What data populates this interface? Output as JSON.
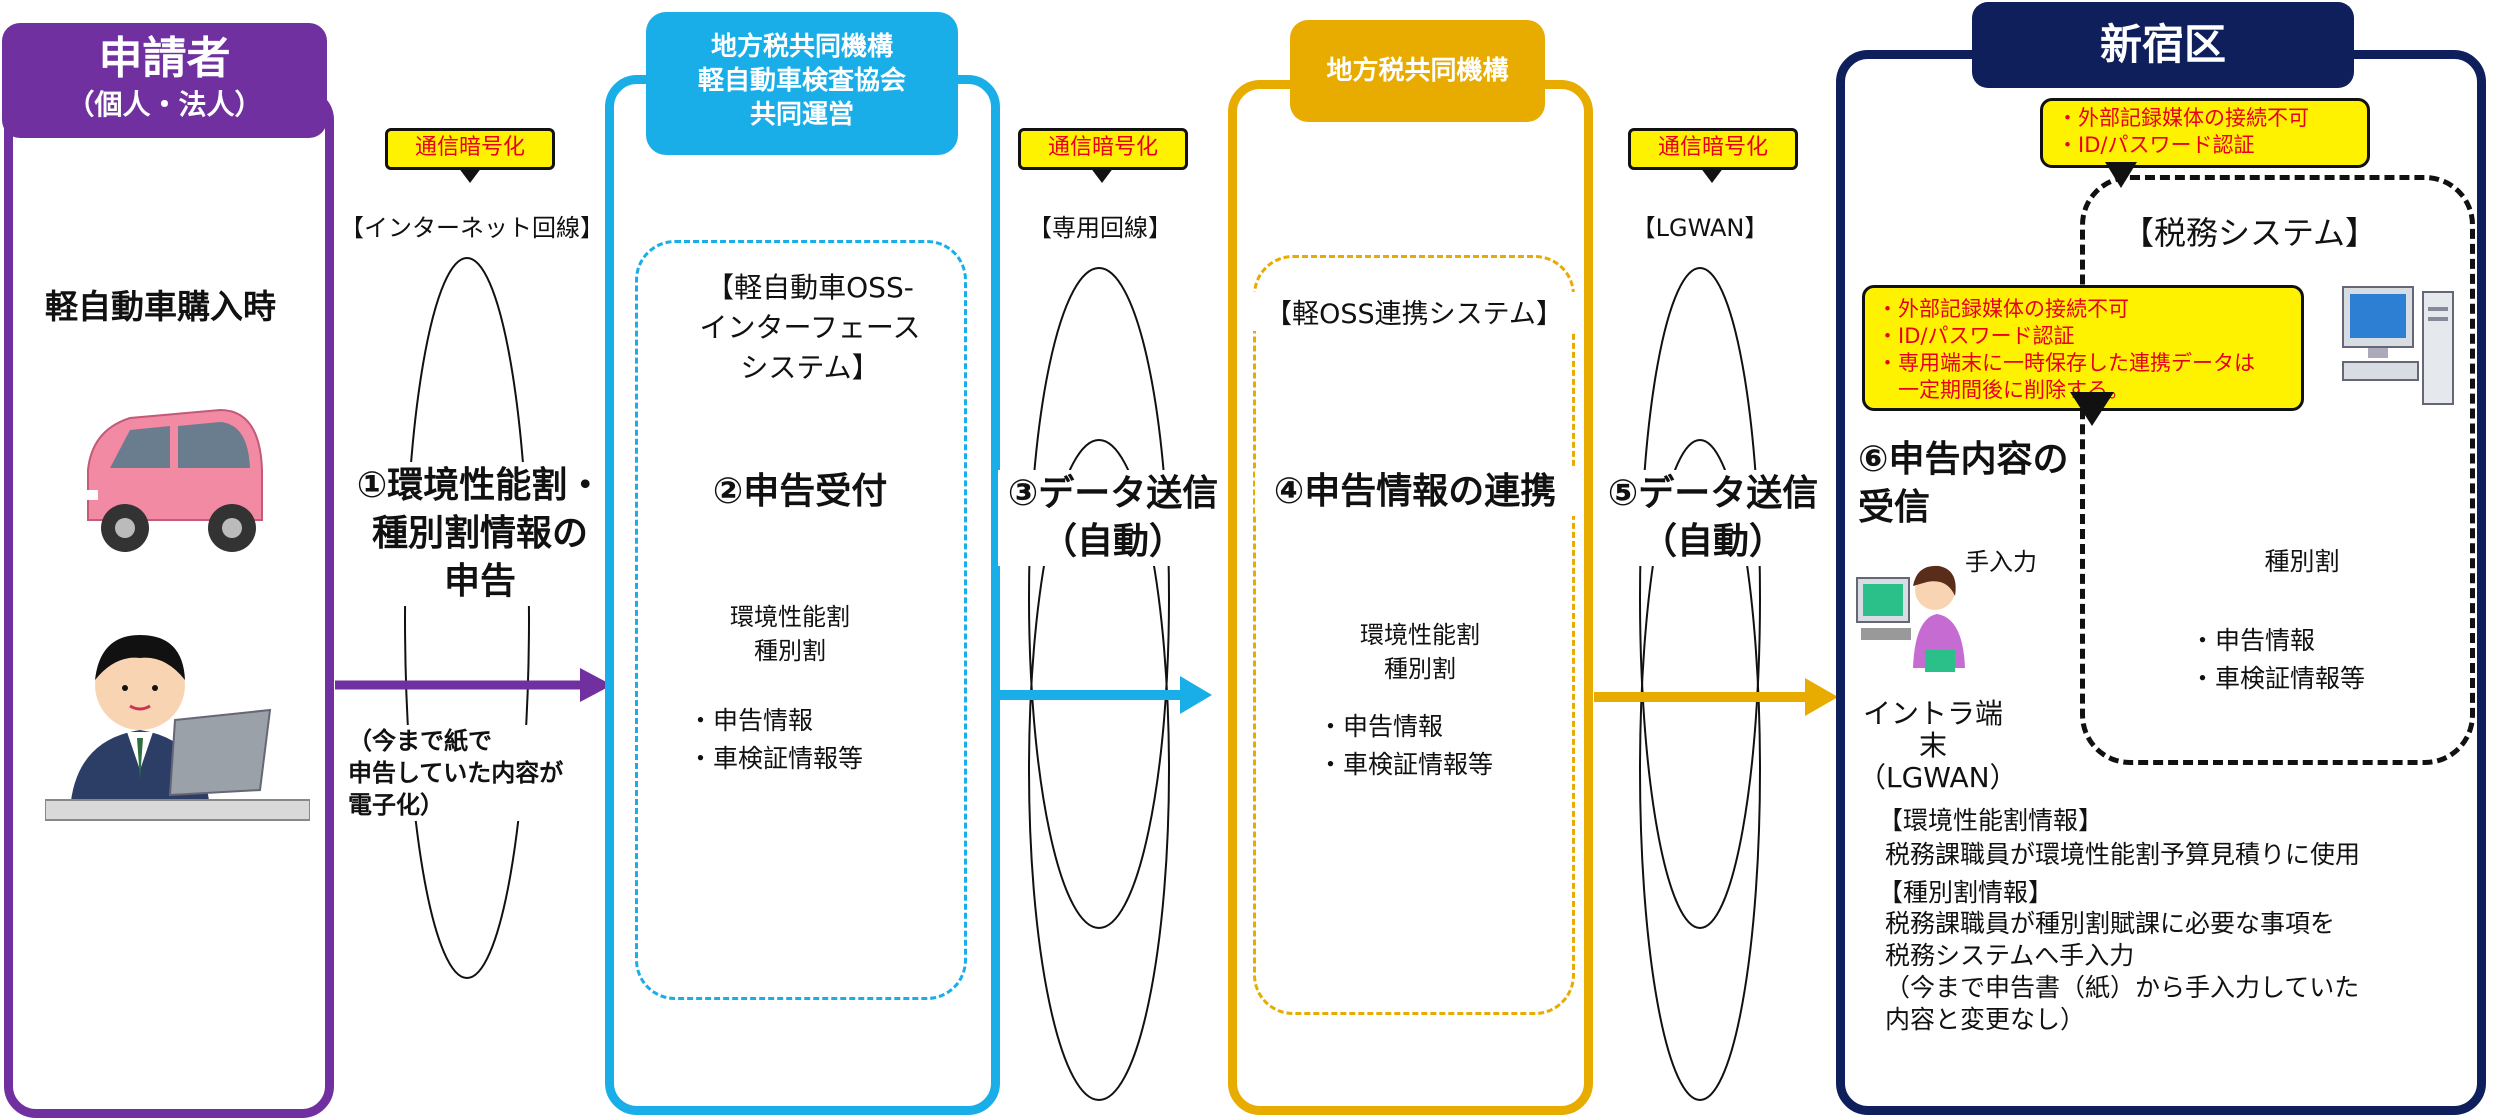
{
  "applicant": {
    "title": "申請者",
    "subtitle": "（個人・法人）",
    "purchase_label": "軽自動車購入時",
    "step1": "①環境性能割・\n種別割情報の\n申告",
    "step1_note": "（今まで紙で\n申告していた内容が\n電子化）"
  },
  "line1": {
    "badge": "通信暗号化",
    "label": "【インターネット回線】"
  },
  "oss": {
    "header": "地方税共同機構\n軽自動車検査協会\n共同運営",
    "system": "【軽自動車OSS-\nインターフェース\nシステム】",
    "step2": "②申告受付",
    "db_title": "環境性能割\n種別割",
    "db_items": "・申告情報\n・車検証情報等"
  },
  "line2": {
    "badge": "通信暗号化",
    "label": "【専用回線】",
    "step3": "③データ送信\n（自動）"
  },
  "jlis": {
    "header": "地方税共同機構",
    "system": "【軽OSS連携システム】",
    "step4": "④申告情報の連携",
    "db_title": "環境性能割\n種別割",
    "db_items": "・申告情報\n・車検証情報等"
  },
  "line3": {
    "badge": "通信暗号化",
    "label": "【LGWAN】",
    "step5": "⑤データ送信\n（自動）"
  },
  "shinjuku": {
    "header": "新宿区",
    "tax_callout": "・外部記録媒体の接続不可\n・ID/パスワード認証",
    "tax_system": "【税務システム】",
    "terminal_callout": "・外部記録媒体の接続不可\n・ID/パスワード認証\n・専用端末に一時保存した連携データは\n　一定期間後に削除する。",
    "step6": "⑥申告内容の\n受信",
    "manual_input": "手入力",
    "terminal_label": "イントラ端末\n（LGWAN）",
    "db_title": "種別割",
    "db_items": "・申告情報\n・車検証情報等",
    "notes": [
      {
        "title": "【環境性能割情報】",
        "body": "税務課職員が環境性能割予算見積りに使用"
      },
      {
        "title": "【種別割情報】",
        "body": "税務課職員が種別割賦課に必要な事項を\n税務システムへ手入力\n（今まで申告書（紙）から手入力していた\n内容と変更なし）"
      }
    ]
  },
  "colors": {
    "purple": "#7030a0",
    "cyan": "#1aaee8",
    "gold": "#e8ab00",
    "navy": "#0f1f5c",
    "badge": "#fff200",
    "alert": "#e8001c",
    "dark_arrow": "#2b3340"
  },
  "icons": [
    "car-icon",
    "businessman-laptop-icon",
    "pc-icon",
    "operator-terminal-icon"
  ]
}
